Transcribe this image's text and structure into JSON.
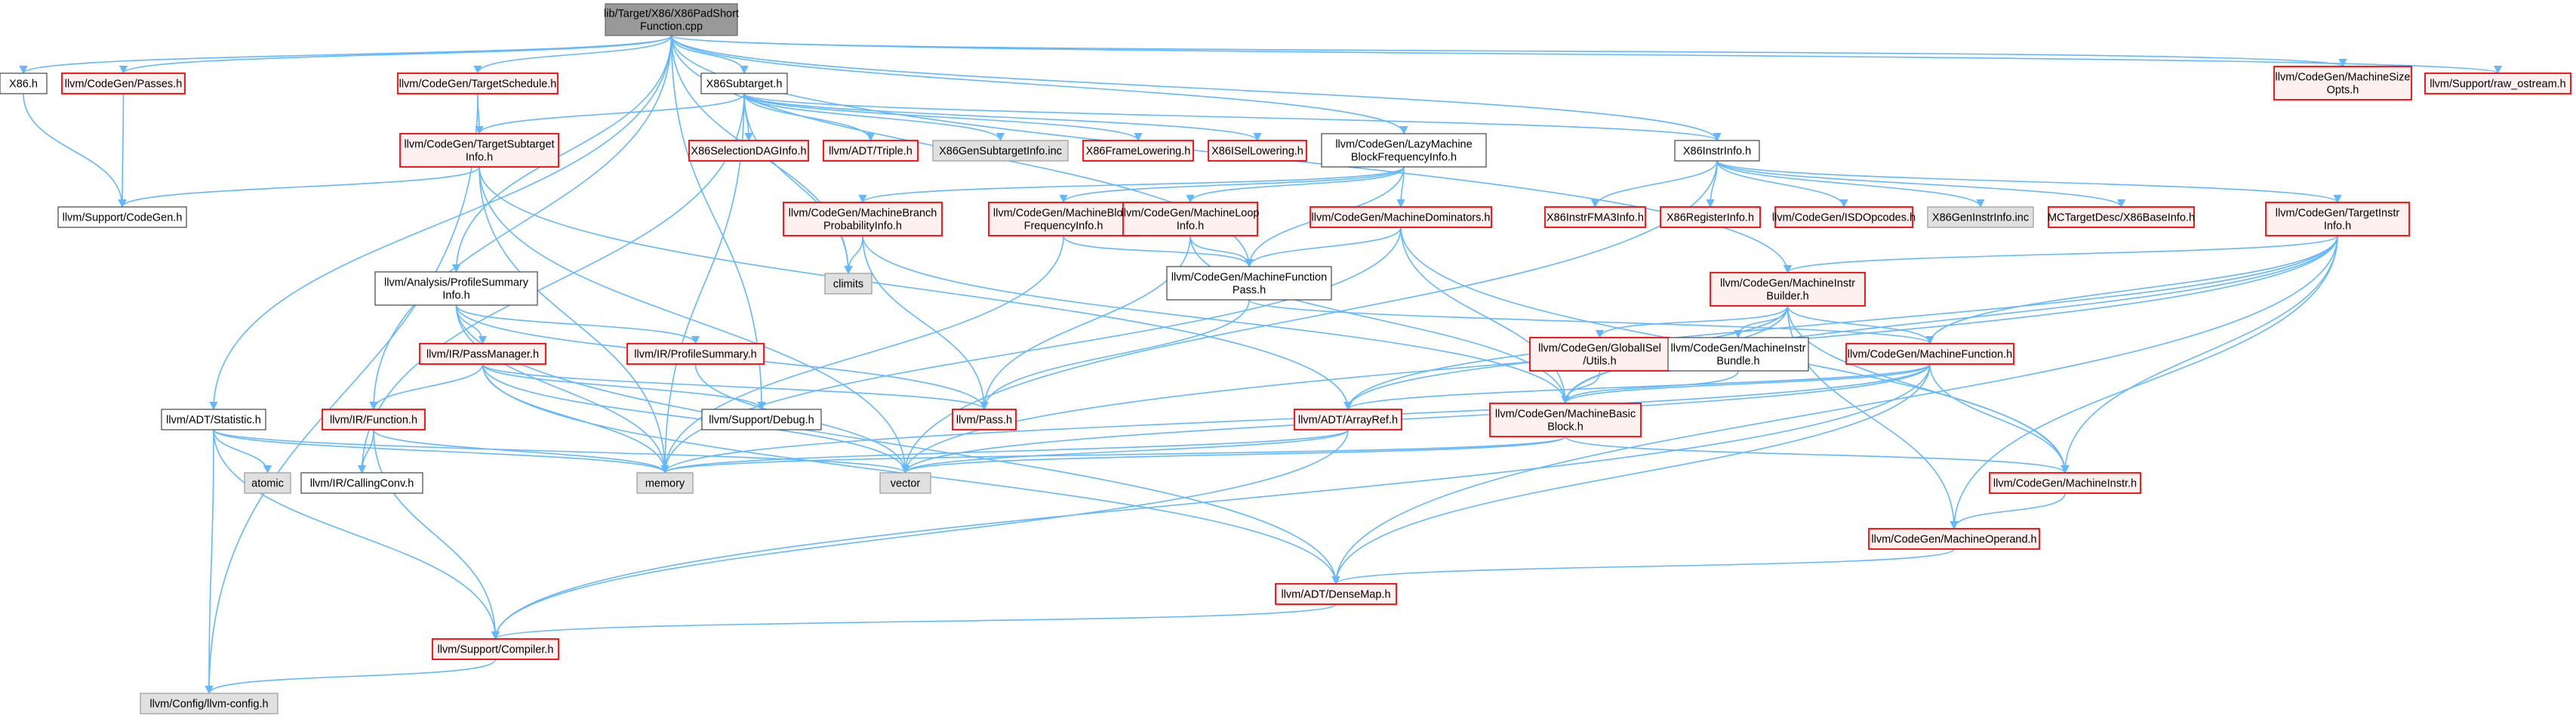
{
  "diagram_title": "",
  "colors": {
    "edge": "#63b8ff",
    "root_fill": "#999999",
    "root_border": "#666666",
    "documented_border": "#444444",
    "undocumented_border": "#ff0000",
    "undocumented_fill": "#fff0f0",
    "system_fill": "#e0e0e0",
    "system_border": "#999999",
    "text": "#000000"
  },
  "nodes": [
    {
      "id": "root",
      "lines": [
        "lib/Target/X86/X86PadShort",
        "Function.cpp"
      ],
      "style": "root"
    },
    {
      "id": "x86h",
      "lines": [
        "X86.h"
      ],
      "style": "doc"
    },
    {
      "id": "passes",
      "lines": [
        "llvm/CodeGen/Passes.h"
      ],
      "style": "red"
    },
    {
      "id": "tsched",
      "lines": [
        "llvm/CodeGen/TargetSchedule.h"
      ],
      "style": "red"
    },
    {
      "id": "subtarget",
      "lines": [
        "X86Subtarget.h"
      ],
      "style": "doc"
    },
    {
      "id": "msizeopts",
      "lines": [
        "llvm/CodeGen/MachineSize",
        "Opts.h"
      ],
      "style": "red"
    },
    {
      "id": "rawostream",
      "lines": [
        "llvm/Support/raw_ostream.h"
      ],
      "style": "red"
    },
    {
      "id": "tsubinfo",
      "lines": [
        "llvm/CodeGen/TargetSubtarget",
        "Info.h"
      ],
      "style": "red"
    },
    {
      "id": "seldag",
      "lines": [
        "X86SelectionDAGInfo.h"
      ],
      "style": "red"
    },
    {
      "id": "triple",
      "lines": [
        "llvm/ADT/Triple.h"
      ],
      "style": "red"
    },
    {
      "id": "gensubinc",
      "lines": [
        "X86GenSubtargetInfo.inc"
      ],
      "style": "sys"
    },
    {
      "id": "framelow",
      "lines": [
        "X86FrameLowering.h"
      ],
      "style": "red"
    },
    {
      "id": "isellow",
      "lines": [
        "X86ISelLowering.h"
      ],
      "style": "red"
    },
    {
      "id": "lazymbfi",
      "lines": [
        "llvm/CodeGen/LazyMachine",
        "BlockFrequencyInfo.h"
      ],
      "style": "doc"
    },
    {
      "id": "instrinfo",
      "lines": [
        "X86InstrInfo.h"
      ],
      "style": "doc"
    },
    {
      "id": "supcodegen",
      "lines": [
        "llvm/Support/CodeGen.h"
      ],
      "style": "doc"
    },
    {
      "id": "mbpi",
      "lines": [
        "llvm/CodeGen/MachineBranch",
        "ProbabilityInfo.h"
      ],
      "style": "red"
    },
    {
      "id": "mbfi",
      "lines": [
        "llvm/CodeGen/MachineBlock",
        "FrequencyInfo.h"
      ],
      "style": "red"
    },
    {
      "id": "mloop",
      "lines": [
        "llvm/CodeGen/MachineLoop",
        "Info.h"
      ],
      "style": "red"
    },
    {
      "id": "mdom",
      "lines": [
        "llvm/CodeGen/MachineDominators.h"
      ],
      "style": "red"
    },
    {
      "id": "fma3",
      "lines": [
        "X86InstrFMA3Info.h"
      ],
      "style": "red"
    },
    {
      "id": "reginfo",
      "lines": [
        "X86RegisterInfo.h"
      ],
      "style": "red"
    },
    {
      "id": "isdop",
      "lines": [
        "llvm/CodeGen/ISDOpcodes.h"
      ],
      "style": "red"
    },
    {
      "id": "geninstrinc",
      "lines": [
        "X86GenInstrInfo.inc"
      ],
      "style": "sys"
    },
    {
      "id": "baseinfo",
      "lines": [
        "MCTargetDesc/X86BaseInfo.h"
      ],
      "style": "red"
    },
    {
      "id": "tinstrinfo",
      "lines": [
        "llvm/CodeGen/TargetInstr",
        "Info.h"
      ],
      "style": "red"
    },
    {
      "id": "climits",
      "lines": [
        "climits"
      ],
      "style": "sys"
    },
    {
      "id": "mfpass",
      "lines": [
        "llvm/CodeGen/MachineFunction",
        "Pass.h"
      ],
      "style": "doc"
    },
    {
      "id": "psi",
      "lines": [
        "llvm/Analysis/ProfileSummary",
        "Info.h"
      ],
      "style": "doc"
    },
    {
      "id": "mib",
      "lines": [
        "llvm/CodeGen/MachineInstr",
        "Builder.h"
      ],
      "style": "red"
    },
    {
      "id": "passmgr",
      "lines": [
        "llvm/IR/PassManager.h"
      ],
      "style": "red"
    },
    {
      "id": "profsum",
      "lines": [
        "llvm/IR/ProfileSummary.h"
      ],
      "style": "red"
    },
    {
      "id": "gisel",
      "lines": [
        "llvm/CodeGen/GlobalISel",
        "/Utils.h"
      ],
      "style": "red"
    },
    {
      "id": "mibundle",
      "lines": [
        "llvm/CodeGen/MachineInstr",
        "Bundle.h"
      ],
      "style": "doc"
    },
    {
      "id": "mfunc",
      "lines": [
        "llvm/CodeGen/MachineFunction.h"
      ],
      "style": "red"
    },
    {
      "id": "statistic",
      "lines": [
        "llvm/ADT/Statistic.h"
      ],
      "style": "doc"
    },
    {
      "id": "irfunc",
      "lines": [
        "llvm/IR/Function.h"
      ],
      "style": "red"
    },
    {
      "id": "supdebug",
      "lines": [
        "llvm/Support/Debug.h"
      ],
      "style": "doc"
    },
    {
      "id": "pass",
      "lines": [
        "llvm/Pass.h"
      ],
      "style": "red"
    },
    {
      "id": "arrayref",
      "lines": [
        "llvm/ADT/ArrayRef.h"
      ],
      "style": "red"
    },
    {
      "id": "mbb",
      "lines": [
        "llvm/CodeGen/MachineBasic",
        "Block.h"
      ],
      "style": "red"
    },
    {
      "id": "atomic",
      "lines": [
        "atomic"
      ],
      "style": "sys"
    },
    {
      "id": "memory",
      "lines": [
        "memory"
      ],
      "style": "sys"
    },
    {
      "id": "vector",
      "lines": [
        "vector"
      ],
      "style": "sys"
    },
    {
      "id": "callconv",
      "lines": [
        "llvm/IR/CallingConv.h"
      ],
      "style": "doc"
    },
    {
      "id": "minstr",
      "lines": [
        "llvm/CodeGen/MachineInstr.h"
      ],
      "style": "red"
    },
    {
      "id": "moperand",
      "lines": [
        "llvm/CodeGen/MachineOperand.h"
      ],
      "style": "red"
    },
    {
      "id": "densemap",
      "lines": [
        "llvm/ADT/DenseMap.h"
      ],
      "style": "red"
    },
    {
      "id": "compiler",
      "lines": [
        "llvm/Support/Compiler.h"
      ],
      "style": "red"
    },
    {
      "id": "llvmconfig",
      "lines": [
        "llvm/Config/llvm-config.h"
      ],
      "style": "sys"
    }
  ],
  "edges": [
    [
      "root",
      "x86h"
    ],
    [
      "root",
      "passes"
    ],
    [
      "root",
      "tsched"
    ],
    [
      "root",
      "subtarget"
    ],
    [
      "root",
      "msizeopts"
    ],
    [
      "root",
      "rawostream"
    ],
    [
      "root",
      "instrinfo"
    ],
    [
      "root",
      "lazymbfi"
    ],
    [
      "root",
      "psi"
    ],
    [
      "root",
      "statistic"
    ],
    [
      "root",
      "irfunc"
    ],
    [
      "root",
      "supdebug"
    ],
    [
      "root",
      "climits"
    ],
    [
      "root",
      "mfpass"
    ],
    [
      "root",
      "mib"
    ],
    [
      "x86h",
      "supcodegen"
    ],
    [
      "passes",
      "supcodegen"
    ],
    [
      "tsched",
      "tsubinfo"
    ],
    [
      "tsched",
      "llvmconfig"
    ],
    [
      "subtarget",
      "tsubinfo"
    ],
    [
      "subtarget",
      "seldag"
    ],
    [
      "subtarget",
      "triple"
    ],
    [
      "subtarget",
      "gensubinc"
    ],
    [
      "subtarget",
      "framelow"
    ],
    [
      "subtarget",
      "isellow"
    ],
    [
      "subtarget",
      "instrinfo"
    ],
    [
      "subtarget",
      "climits"
    ],
    [
      "subtarget",
      "memory"
    ],
    [
      "subtarget",
      "callconv"
    ],
    [
      "tsubinfo",
      "supcodegen"
    ],
    [
      "tsubinfo",
      "arrayref"
    ],
    [
      "tsubinfo",
      "memory"
    ],
    [
      "tsubinfo",
      "vector"
    ],
    [
      "lazymbfi",
      "mbfi"
    ],
    [
      "lazymbfi",
      "mbpi"
    ],
    [
      "lazymbfi",
      "mdom"
    ],
    [
      "lazymbfi",
      "mloop"
    ],
    [
      "lazymbfi",
      "mfpass"
    ],
    [
      "instrinfo",
      "fma3"
    ],
    [
      "instrinfo",
      "reginfo"
    ],
    [
      "instrinfo",
      "isdop"
    ],
    [
      "instrinfo",
      "geninstrinc"
    ],
    [
      "instrinfo",
      "baseinfo"
    ],
    [
      "instrinfo",
      "tinstrinfo"
    ],
    [
      "instrinfo",
      "vector"
    ],
    [
      "mbpi",
      "climits"
    ],
    [
      "mbpi",
      "pass"
    ],
    [
      "mbpi",
      "mbb"
    ],
    [
      "mbfi",
      "mfpass"
    ],
    [
      "mbfi",
      "memory"
    ],
    [
      "mloop",
      "mfpass"
    ],
    [
      "mloop",
      "mbb"
    ],
    [
      "mloop",
      "pass"
    ],
    [
      "mdom",
      "mfpass"
    ],
    [
      "mdom",
      "mbb"
    ],
    [
      "mdom",
      "minstr"
    ],
    [
      "mdom",
      "memory"
    ],
    [
      "tinstrinfo",
      "mib"
    ],
    [
      "tinstrinfo",
      "mfunc"
    ],
    [
      "tinstrinfo",
      "mbb"
    ],
    [
      "tinstrinfo",
      "minstr"
    ],
    [
      "tinstrinfo",
      "moperand"
    ],
    [
      "tinstrinfo",
      "arrayref"
    ],
    [
      "tinstrinfo",
      "densemap"
    ],
    [
      "tinstrinfo",
      "vector"
    ],
    [
      "mfpass",
      "pass"
    ],
    [
      "mfpass",
      "mfunc"
    ],
    [
      "psi",
      "passmgr"
    ],
    [
      "psi",
      "profsum"
    ],
    [
      "psi",
      "pass"
    ],
    [
      "psi",
      "memory"
    ],
    [
      "psi",
      "densemap"
    ],
    [
      "passmgr",
      "irfunc"
    ],
    [
      "passmgr",
      "pass"
    ],
    [
      "passmgr",
      "supdebug"
    ],
    [
      "passmgr",
      "memory"
    ],
    [
      "passmgr",
      "vector"
    ],
    [
      "passmgr",
      "densemap"
    ],
    [
      "profsum",
      "vector"
    ],
    [
      "mib",
      "gisel"
    ],
    [
      "mib",
      "mibundle"
    ],
    [
      "mib",
      "mfunc"
    ],
    [
      "mib",
      "mbb"
    ],
    [
      "mib",
      "minstr"
    ],
    [
      "mib",
      "moperand"
    ],
    [
      "mib",
      "arrayref"
    ],
    [
      "gisel",
      "mbb"
    ],
    [
      "mibundle",
      "mbb"
    ],
    [
      "mfunc",
      "mbb"
    ],
    [
      "mfunc",
      "minstr"
    ],
    [
      "mfunc",
      "arrayref"
    ],
    [
      "mfunc",
      "densemap"
    ],
    [
      "mfunc",
      "compiler"
    ],
    [
      "mfunc",
      "vector"
    ],
    [
      "mfunc",
      "memory"
    ],
    [
      "statistic",
      "atomic"
    ],
    [
      "statistic",
      "memory"
    ],
    [
      "statistic",
      "vector"
    ],
    [
      "statistic",
      "compiler"
    ],
    [
      "statistic",
      "llvmconfig"
    ],
    [
      "irfunc",
      "callconv"
    ],
    [
      "irfunc",
      "compiler"
    ],
    [
      "irfunc",
      "memory"
    ],
    [
      "arrayref",
      "compiler"
    ],
    [
      "arrayref",
      "memory"
    ],
    [
      "arrayref",
      "vector"
    ],
    [
      "mbb",
      "minstr"
    ],
    [
      "mbb",
      "vector"
    ],
    [
      "mbb",
      "memory"
    ],
    [
      "minstr",
      "moperand"
    ],
    [
      "moperand",
      "densemap"
    ],
    [
      "densemap",
      "compiler"
    ],
    [
      "compiler",
      "llvmconfig"
    ]
  ]
}
